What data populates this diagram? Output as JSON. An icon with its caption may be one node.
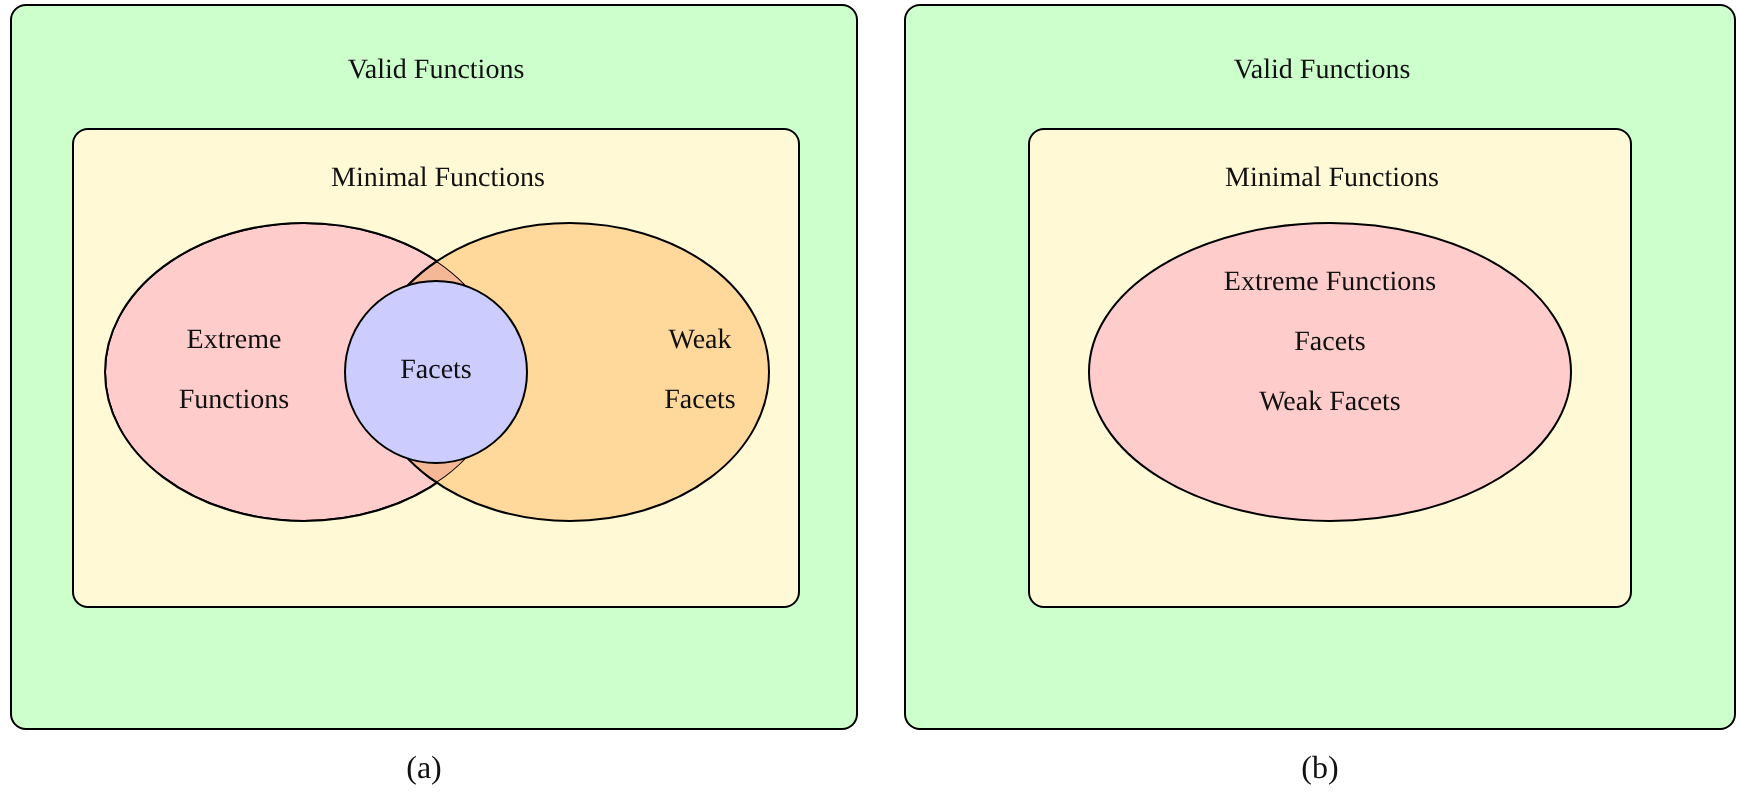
{
  "diagram": {
    "nodes": [
      {
        "text": [
          "Valid Functions"
        ]
      },
      {
        "text": [
          "Minimal Functions"
        ],
        "in": 0
      },
      {
        "text": [
          "Extreme Functions"
        ],
        "in": 1
      },
      {
        "text": [
          "Weak Facets"
        ],
        "in": 1
      },
      {
        "text": [
          "Facets"
        ],
        "in": 1
      },
      {
        "text": [
          "Valid Functions"
        ]
      },
      {
        "text": [
          "Minimal Functions"
        ],
        "in": 5
      },
      {
        "text": [
          "Extreme Functions",
          "Facets",
          "Weak Facets"
        ],
        "in": 6
      }
    ],
    "edges": [],
    "labels": [
      "(a)",
      "(b)"
    ]
  }
}
